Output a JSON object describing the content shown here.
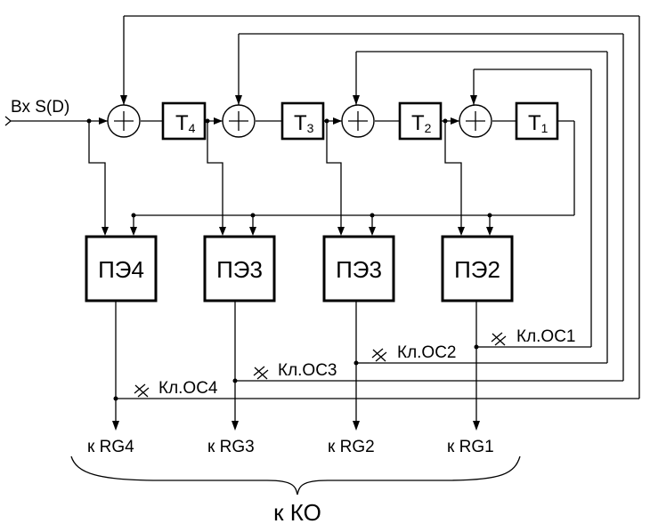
{
  "input_label": "Вх S(D)",
  "delays": [
    {
      "main": "T",
      "sub": "4"
    },
    {
      "main": "T",
      "sub": "3"
    },
    {
      "main": "T",
      "sub": "2"
    },
    {
      "main": "T",
      "sub": "1"
    }
  ],
  "blocks": [
    "ПЭ4",
    "ПЭ3",
    "ПЭ3",
    "ПЭ2"
  ],
  "keys": [
    "Кл.ОС4",
    "Кл.ОС3",
    "Кл.ОС2",
    "Кл.ОС1"
  ],
  "outputs": [
    "к RG4",
    "к RG3",
    "к RG2",
    "к RG1"
  ],
  "bottom_label": "к КО"
}
